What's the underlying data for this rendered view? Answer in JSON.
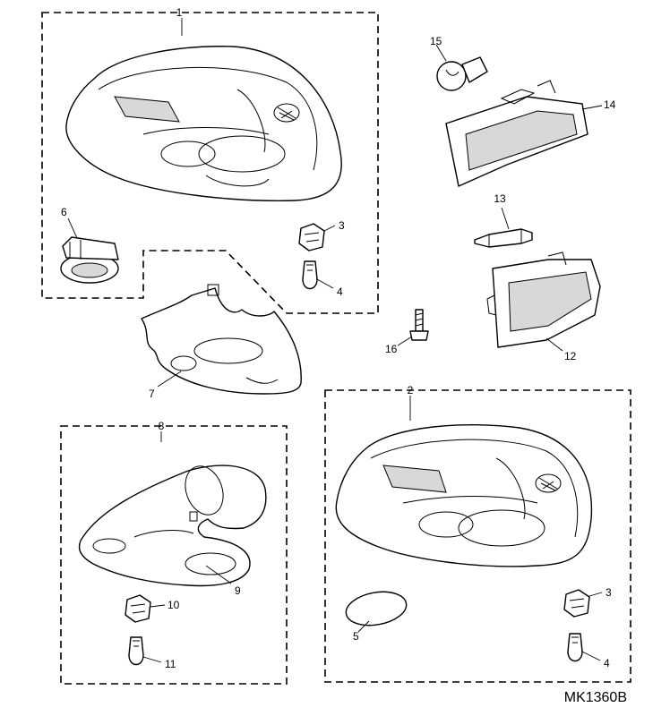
{
  "callouts": [
    {
      "id": "c1",
      "label": "1"
    },
    {
      "id": "c2",
      "label": "2"
    },
    {
      "id": "c3a",
      "label": "3"
    },
    {
      "id": "c3b",
      "label": "3"
    },
    {
      "id": "c4a",
      "label": "4"
    },
    {
      "id": "c4b",
      "label": "4"
    },
    {
      "id": "c5",
      "label": "5"
    },
    {
      "id": "c6",
      "label": "6"
    },
    {
      "id": "c7",
      "label": "7"
    },
    {
      "id": "c8",
      "label": "8"
    },
    {
      "id": "c9",
      "label": "9"
    },
    {
      "id": "c10",
      "label": "10"
    },
    {
      "id": "c11",
      "label": "11"
    },
    {
      "id": "c12",
      "label": "12"
    },
    {
      "id": "c13",
      "label": "13"
    },
    {
      "id": "c14",
      "label": "14"
    },
    {
      "id": "c15",
      "label": "15"
    },
    {
      "id": "c16",
      "label": "16"
    }
  ],
  "drawing_code": "MK1360B"
}
